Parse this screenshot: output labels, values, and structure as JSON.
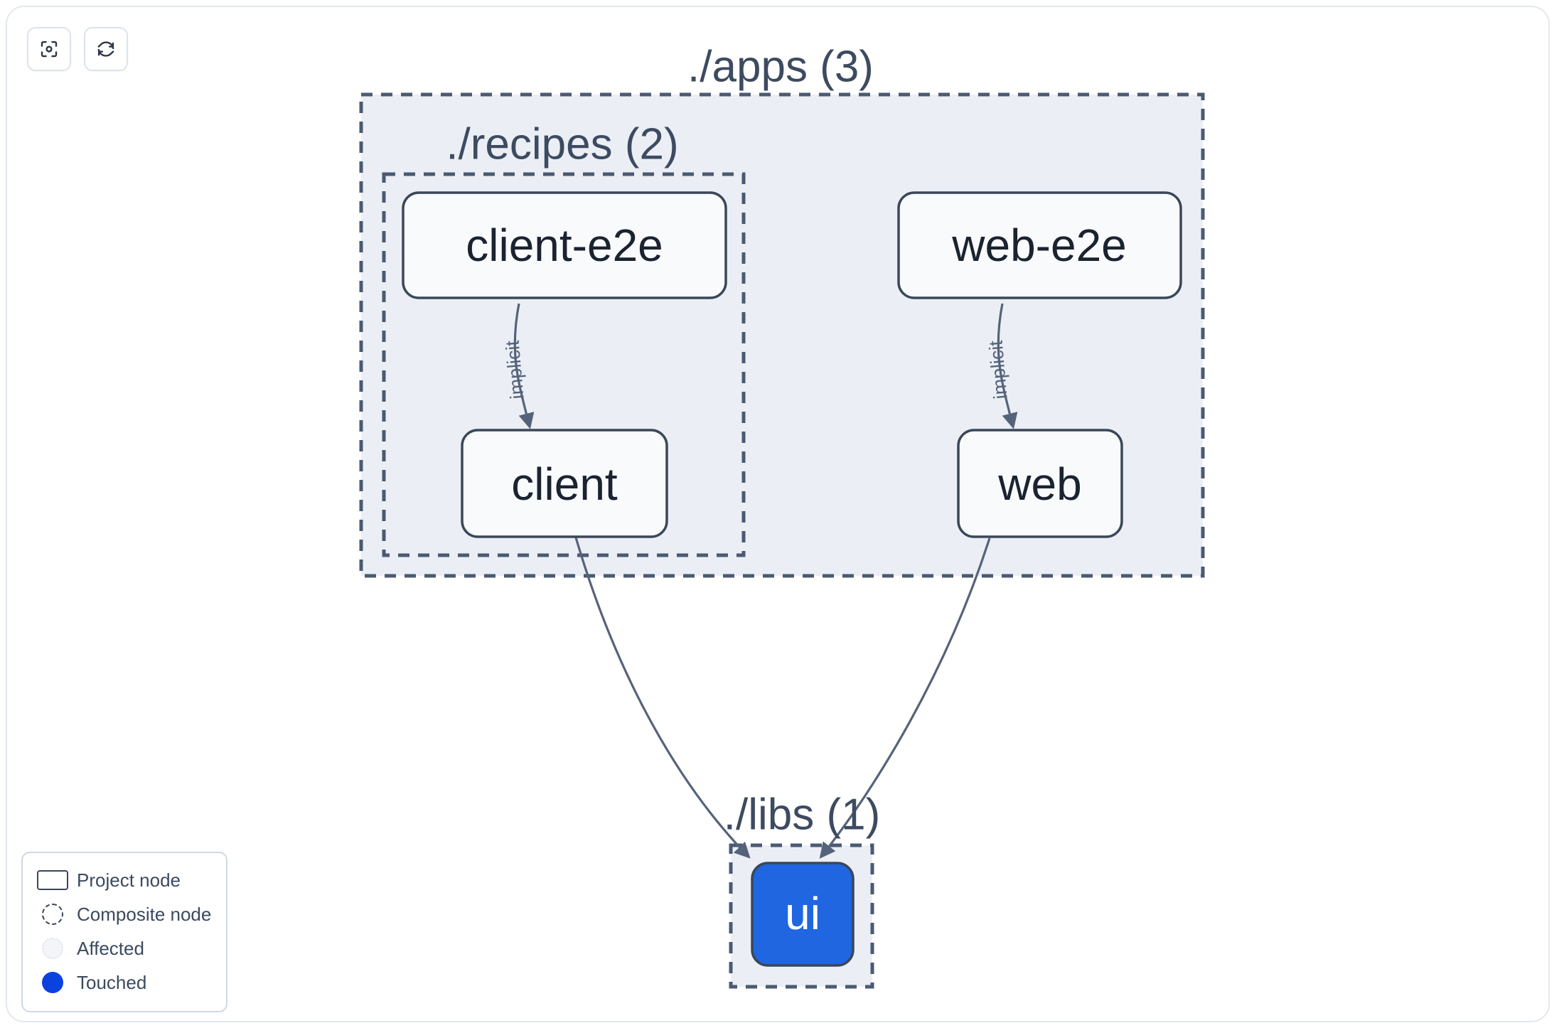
{
  "toolbar": {
    "buttons": [
      {
        "name": "focus-graph-button",
        "icon": "focus-target-icon",
        "title": "Focus graph"
      },
      {
        "name": "refresh-graph-button",
        "icon": "refresh-sync-icon",
        "title": "Refresh graph"
      }
    ]
  },
  "colors": {
    "group_fill": "#ebeff5",
    "group_stroke": "#4a5a72",
    "node_fill": "#f8fafc",
    "node_stroke": "#3b4758",
    "node_text": "#1b2230",
    "edge": "#55637a",
    "touched": "#1f66e0",
    "legend_touched": "#0a42e0",
    "canvas_border": "#e3e8f0"
  },
  "graph": {
    "groups": [
      {
        "id": "apps",
        "label": "./apps (3)"
      },
      {
        "id": "recipes",
        "label": "./recipes (2)"
      },
      {
        "id": "libs",
        "label": "./libs (1)"
      }
    ],
    "nodes": [
      {
        "id": "client-e2e",
        "label": "client-e2e",
        "group": "recipes",
        "state": "project"
      },
      {
        "id": "client",
        "label": "client",
        "group": "recipes",
        "state": "project"
      },
      {
        "id": "web-e2e",
        "label": "web-e2e",
        "group": "apps",
        "state": "project"
      },
      {
        "id": "web",
        "label": "web",
        "group": "apps",
        "state": "project"
      },
      {
        "id": "ui",
        "label": "ui",
        "group": "libs",
        "state": "touched"
      }
    ],
    "edges": [
      {
        "from": "client-e2e",
        "to": "client",
        "label": "implicit"
      },
      {
        "from": "web-e2e",
        "to": "web",
        "label": "implicit"
      },
      {
        "from": "client",
        "to": "ui",
        "label": ""
      },
      {
        "from": "web",
        "to": "ui",
        "label": ""
      }
    ]
  },
  "legend": {
    "items": [
      {
        "swatch": "project-node-swatch",
        "label": "Project node"
      },
      {
        "swatch": "composite-node-swatch",
        "label": "Composite node"
      },
      {
        "swatch": "affected-swatch",
        "label": "Affected"
      },
      {
        "swatch": "touched-swatch",
        "label": "Touched"
      }
    ]
  }
}
